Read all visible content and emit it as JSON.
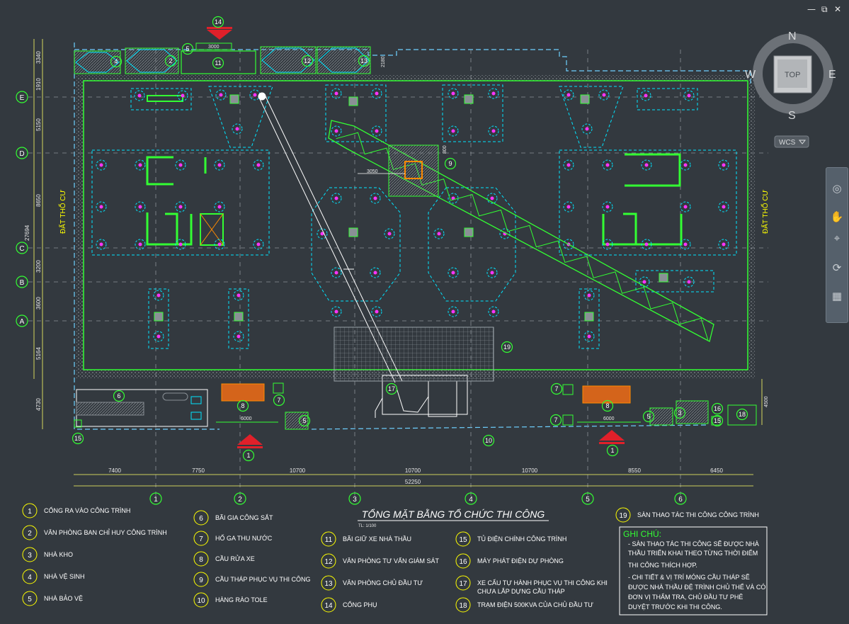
{
  "window": {
    "min_icon": "minimize-icon",
    "restore_icon": "restore-icon",
    "close_icon": "close-icon"
  },
  "viewcube": {
    "n": "N",
    "s": "S",
    "e": "E",
    "w": "W",
    "top": "TOP",
    "wcs": "WCS"
  },
  "navbar": {
    "icons": [
      "steering-wheel-icon",
      "pan-hand-icon",
      "zoom-icon",
      "orbit-icon",
      "showmotion-icon"
    ]
  },
  "dims_left": [
    "3340",
    "1910",
    "5150",
    "8650",
    "3200",
    "3600",
    "5164",
    "4730"
  ],
  "dim_left_total": "27694",
  "dims_bottom": [
    "7400",
    "7750",
    "10700",
    "10700",
    "10700",
    "8550",
    "6450"
  ],
  "dim_bottom_total": "52250",
  "grid_rows": [
    "E",
    "D",
    "C",
    "B",
    "A"
  ],
  "grid_cols": [
    "1",
    "2",
    "3",
    "4",
    "5",
    "6"
  ],
  "side_label": "ĐẤT THỔ CƯ",
  "inner_dims": {
    "gate2_width": "3000",
    "gate_width_a": "6000",
    "gate_width_b": "6000",
    "crane_offset": "3050",
    "crane_base": "800",
    "right_top": "2180",
    "right_bottom": "4500"
  },
  "callouts": [
    "1",
    "2",
    "3",
    "4",
    "5",
    "6",
    "7",
    "8",
    "9",
    "10",
    "11",
    "12",
    "13",
    "14",
    "15",
    "16",
    "17",
    "18",
    "19"
  ],
  "title": {
    "main": "TỔNG MẶT BẰNG TỔ CHỨC THI CÔNG",
    "scale": "TL: 1/100"
  },
  "legend": [
    {
      "n": "1",
      "t": "CỔNG RA VÀO CÔNG TRÌNH"
    },
    {
      "n": "2",
      "t": "VĂN PHÒNG BAN CHỈ HUY CÔNG TRÌNH"
    },
    {
      "n": "3",
      "t": "NHÀ KHO"
    },
    {
      "n": "4",
      "t": "NHÀ VỆ SINH"
    },
    {
      "n": "5",
      "t": "NHÀ BẢO VỆ"
    },
    {
      "n": "6",
      "t": "BÃI GIA CÔNG SẮT"
    },
    {
      "n": "7",
      "t": "HỐ GA THU NƯỚC"
    },
    {
      "n": "8",
      "t": "CẦU RỬA XE"
    },
    {
      "n": "9",
      "t": "CẦU THÁP PHỤC VỤ THI CÔNG"
    },
    {
      "n": "10",
      "t": "HÀNG RÀO TOLE"
    },
    {
      "n": "11",
      "t": "BÃI GIỮ XE NHÀ THẦU"
    },
    {
      "n": "12",
      "t": "VĂN PHÒNG TƯ VẤN GIÁM SÁT"
    },
    {
      "n": "13",
      "t": "VĂN PHÒNG CHỦ ĐẦU TƯ"
    },
    {
      "n": "14",
      "t": "CỔNG PHỤ"
    },
    {
      "n": "15",
      "t": "TỦ ĐIỆN CHÍNH CÔNG TRÌNH"
    },
    {
      "n": "16",
      "t": "MÁY PHÁT ĐIỆN DỰ PHÒNG"
    },
    {
      "n": "17",
      "t": "XE CẨU TỰ HÀNH PHỤC VỤ THI CÔNG KHI",
      "t2": "CHƯA LẮP DỰNG CẦU THÁP"
    },
    {
      "n": "18",
      "t": "TRẠM ĐIỆN 500KVA CỦA CHỦ ĐẦU TƯ"
    },
    {
      "n": "19",
      "t": "SÀN THAO TÁC THI CÔNG CÔNG TRÌNH"
    }
  ],
  "notes": {
    "title": "GHI CHÚ:",
    "lines": [
      "- SÀN THAO TÁC THI CÔNG SẼ ĐƯỢC NHÀ",
      "THẦU TRIỂN KHAI THEO TỪNG THỜI ĐIỂM",
      "THI CÔNG THÍCH HỢP.",
      "- CHI TIẾT & VỊ TRÍ MÓNG CẦU THÁP SẼ",
      "ĐƯỢC NHÀ THẦU ĐỆ TRÌNH CHỦ THỂ VÀ CÓ",
      "ĐƠN VỊ THẨM TRA, CHỦ ĐẦU TƯ PHÊ",
      "DUYỆT TRƯỚC KHI THI CÔNG."
    ]
  },
  "colors": {
    "bg": "#33393f",
    "cyan": "#00e5ff",
    "green": "#33ff33",
    "white": "#ffffff",
    "magenta": "#ff33ff",
    "yellow": "#ffff00",
    "red": "#e0202a",
    "orange": "#ff8a00"
  }
}
